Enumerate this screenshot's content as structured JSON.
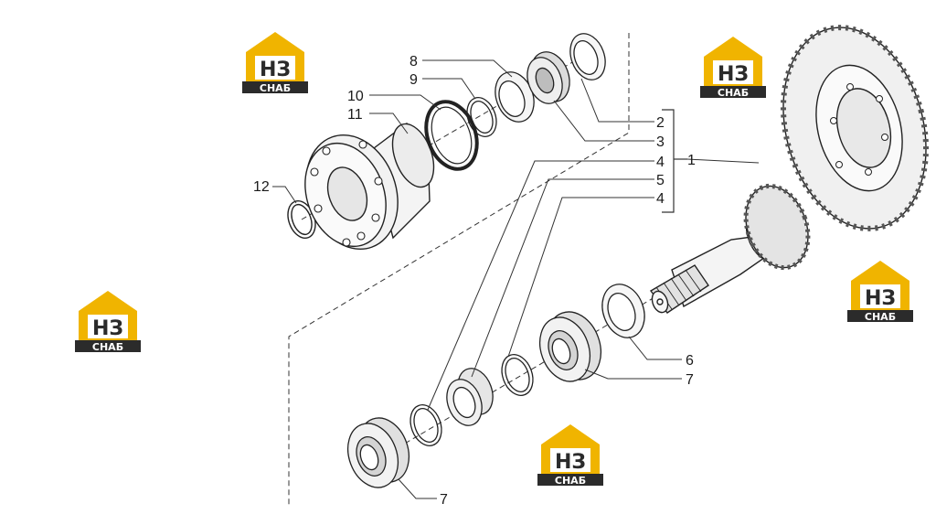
{
  "diagram": {
    "callouts": [
      "1",
      "2",
      "3",
      "4",
      "5",
      "4",
      "6",
      "7",
      "7",
      "8",
      "9",
      "10",
      "11",
      "12"
    ]
  },
  "watermark": {
    "brand_top": "НЗ",
    "brand_bottom": "СНАБ",
    "colors": {
      "yellow": "#f0b400",
      "dark": "#2b2b2b",
      "white": "#ffffff"
    }
  },
  "line_color": "#333333"
}
